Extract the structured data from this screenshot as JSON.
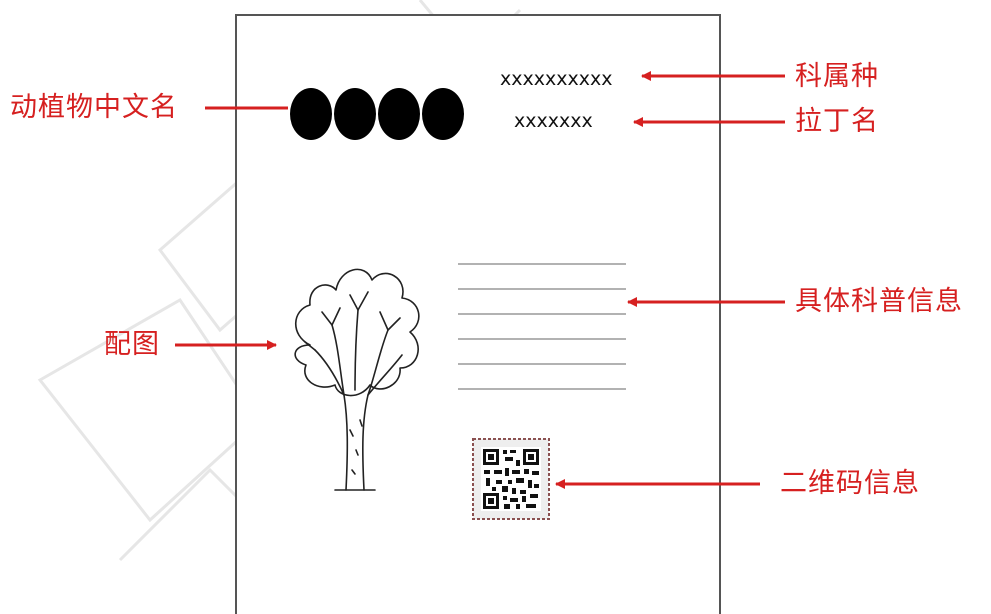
{
  "sign": {
    "name_placeholder_count": 4,
    "family_genus_species_text": "xxxxxxxxxx",
    "latin_name_text": "xxxxxxx"
  },
  "labels": {
    "chinese_name": "动植物中文名",
    "family_genus_species": "科属种",
    "latin_name": "拉丁名",
    "illustration": "配图",
    "science_info": "具体科普信息",
    "qr_info": "二维码信息"
  },
  "colors": {
    "annotation": "#d62020",
    "sign_border": "#555555",
    "text_lines": "#999999"
  }
}
